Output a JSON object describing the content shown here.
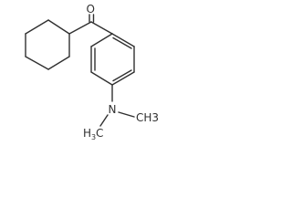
{
  "atoms": {
    "oxygen": "O",
    "nitrogen": "N",
    "methyl_right": "CH3",
    "methyl_left_h": "H",
    "methyl_left_sub": "3",
    "methyl_left_c": "C"
  },
  "colors": {
    "bond": "#303030",
    "text": "#303030",
    "background": "#ffffff"
  }
}
